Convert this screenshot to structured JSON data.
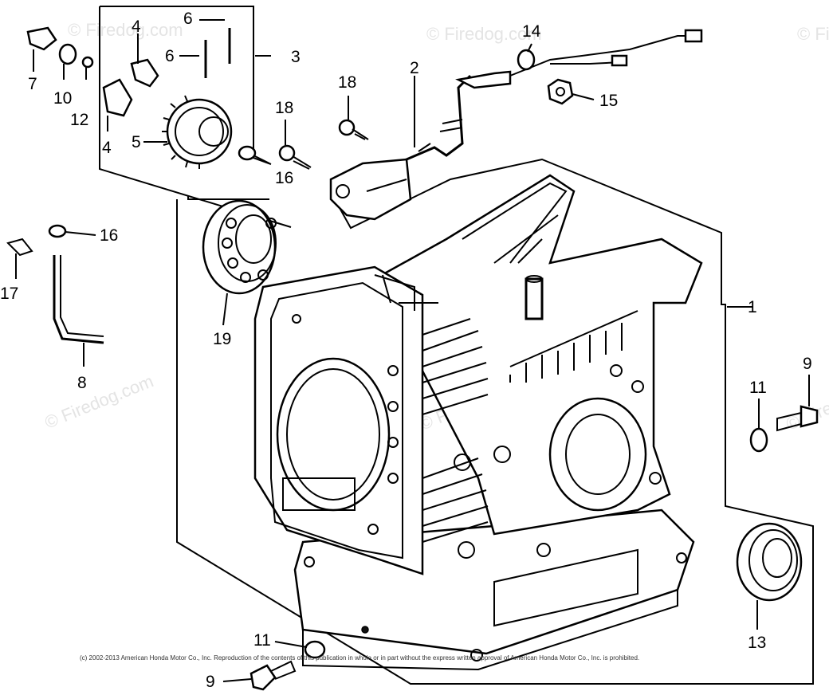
{
  "watermarks": [
    "© Firedog.com",
    "© Firedog.com",
    "© Firedog.com",
    "© Firedog.com",
    "© Firedog.com",
    "© Firedog.com"
  ],
  "labels": {
    "p1": "1",
    "p2": "2",
    "p3": "3",
    "p4a": "4",
    "p4b": "4",
    "p5": "5",
    "p6a": "6",
    "p6b": "6",
    "p7": "7",
    "p8": "8",
    "p9a": "9",
    "p9b": "9",
    "p10": "10",
    "p11a": "11",
    "p11b": "11",
    "p12": "12",
    "p13": "13",
    "p14": "14",
    "p15": "15",
    "p16a": "16",
    "p16b": "16",
    "p17": "17",
    "p18a": "18",
    "p18b": "18",
    "p19": "19"
  },
  "copyright": "(c) 2002-2013 American Honda Motor Co., Inc. Reproduction of the contents of this publication in whole or in part without the express written approval of American Honda Motor Co., Inc. is prohibited."
}
